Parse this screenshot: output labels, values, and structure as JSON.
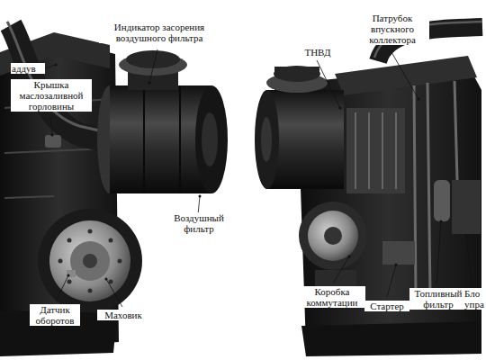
{
  "diagram": {
    "labels": [
      "аддув",
      "Индикатор засорения воздушного фильтра",
      "Патрубок впускного коллектора",
      "Крышка маслозаливной горловины",
      "ТНВД",
      "Воздушный фильтр",
      "Коробка коммутации",
      "Топливный фильтр",
      "Бло упра",
      "Стартер",
      "Датчик оборотов",
      "Маховик"
    ]
  }
}
